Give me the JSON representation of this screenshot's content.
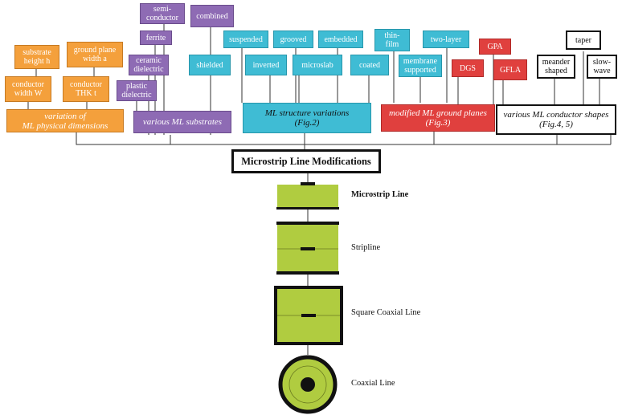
{
  "main": "Microstrip Line Modifications",
  "categories": {
    "physical": "variation of\nML physical dimensions",
    "substrates": "various ML substrates",
    "structure": "ML structure variations\n(Fig.2)",
    "ground": "modified ML ground planes\n(Fig.3)",
    "conductor": "various ML conductor shapes\n(Fig.4, 5)"
  },
  "physical_items": {
    "substrate_height": "substrate\nheight h",
    "ground_width": "ground plane\nwidth a",
    "conductor_width": "conductor\nwidth W",
    "conductor_thk": "conductor\nTHK t"
  },
  "substrate_items": {
    "semiconductor": "semi-\nconductor",
    "combined": "combined",
    "ferrite": "ferrite",
    "ceramic": "ceramic\ndielectric",
    "plastic": "plastic\ndielectric"
  },
  "structure_items": {
    "suspended": "suspended",
    "grooved": "grooved",
    "embedded": "embedded",
    "thin_film": "thin-\nfilm",
    "two_layer": "two-layer",
    "shielded": "shielded",
    "inverted": "inverted",
    "microslab": "microslab",
    "coated": "coated",
    "membrane": "membrane\nsupported"
  },
  "ground_items": {
    "gpa": "GPA",
    "dgs": "DGS",
    "gfla": "GFLA"
  },
  "conductor_items": {
    "taper": "taper",
    "meander": "meander\nshaped",
    "slow_wave": "slow-\nwave"
  },
  "lines": {
    "microstrip": "Microstrip Line",
    "stripline": "Stripline",
    "square_coax": "Square Coaxial Line",
    "coax": "Coaxial Line"
  },
  "colors": {
    "orange": "#f4a03c",
    "purple": "#8e6bb4",
    "cyan": "#3fbcd4",
    "red": "#e0403e",
    "green": "#b0cc40",
    "black": "#111111"
  }
}
